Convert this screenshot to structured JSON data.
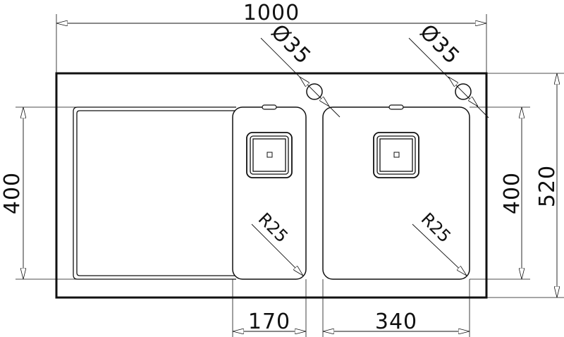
{
  "dimensions": {
    "total_width": "1000",
    "bowl_height_left": "400",
    "bowl_height_right": "400",
    "total_depth": "520",
    "small_bowl_width": "170",
    "large_bowl_width": "340",
    "tap_hole_1": "Ø35",
    "tap_hole_2": "Ø35",
    "radius_small_bowl": "R25",
    "radius_large_bowl": "R25"
  }
}
